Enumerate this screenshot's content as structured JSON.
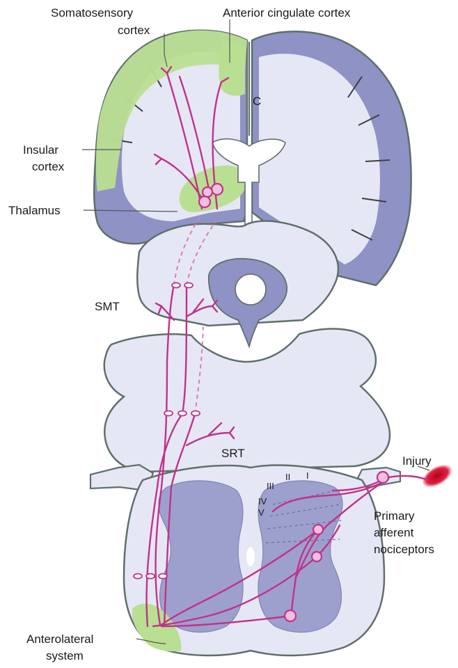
{
  "labels": {
    "somatosensory_line1": "Somatosensory",
    "somatosensory_line2": "cortex",
    "anterior_cingulate": "Anterior cingulate cortex",
    "cingulate_letter": "C",
    "insular_line1": "Insular",
    "insular_line2": "cortex",
    "thalamus": "Thalamus",
    "smt": "SMT",
    "srt": "SRT",
    "injury": "Injury",
    "primary_line1": "Primary",
    "primary_line2": "afferent",
    "primary_line3": "nociceptors",
    "anterolateral_line1": "Anterolateral",
    "anterolateral_line2": "system"
  },
  "laminae": [
    "I",
    "II",
    "III",
    "IV",
    "V"
  ],
  "colors": {
    "cortex_gray": "#8f92c4",
    "brainstem_fill": "#e6e7f4",
    "gray_matter": "#9da0cc",
    "outline": "#5f6f6c",
    "pain_highlight": "#b9df92",
    "pathway": "#c0328a",
    "injury": "#d91d3c"
  }
}
